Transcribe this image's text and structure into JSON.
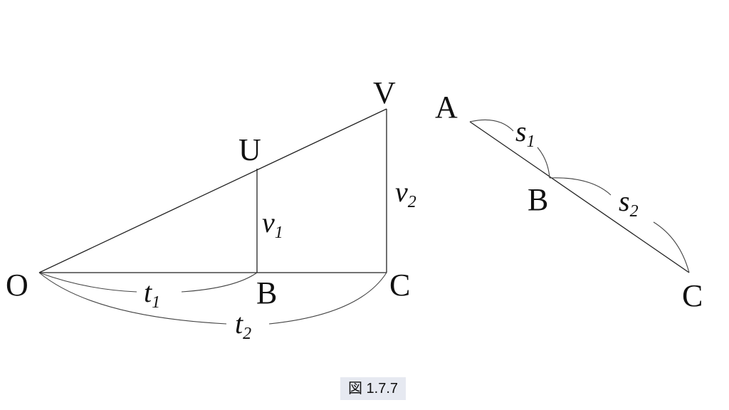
{
  "left_figure": {
    "points": {
      "O": "O",
      "B": "B",
      "C": "C",
      "U": "U",
      "V": "V"
    },
    "labels": {
      "v1": {
        "base": "v",
        "sub": "1"
      },
      "v2": {
        "base": "v",
        "sub": "2"
      },
      "t1": {
        "base": "t",
        "sub": "1"
      },
      "t2": {
        "base": "t",
        "sub": "2"
      }
    }
  },
  "right_figure": {
    "points": {
      "A": "A",
      "B": "B",
      "C": "C"
    },
    "labels": {
      "s1": {
        "base": "s",
        "sub": "1"
      },
      "s2": {
        "base": "s",
        "sub": "2"
      }
    }
  },
  "caption": "図 1.7.7"
}
